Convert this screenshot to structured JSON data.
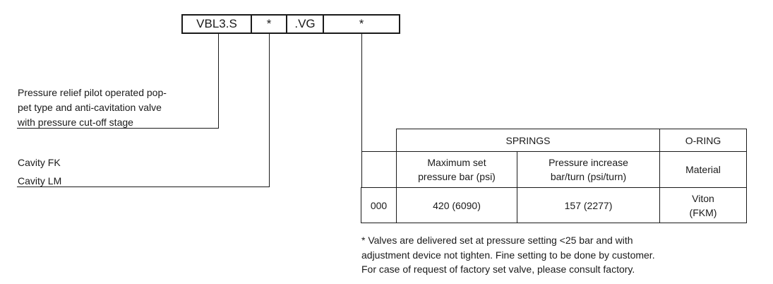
{
  "code": {
    "model": "VBL3.S",
    "cavity_placeholder": "*",
    "suffix": ".VG",
    "setting_placeholder": "*"
  },
  "descriptions": {
    "valve_type": [
      "Pressure relief pilot operated pop-",
      "pet type and anti-cavitation valve",
      "with pressure cut-off stage"
    ],
    "cavities": [
      "Cavity FK",
      "Cavity LM"
    ]
  },
  "table": {
    "springs_header": "SPRINGS",
    "oring_header": "O-RING",
    "col_max_set": [
      "Maximum set",
      "pressure bar (psi)"
    ],
    "col_increase": [
      "Pressure increase",
      "bar/turn (psi/turn)"
    ],
    "col_material": "Material",
    "rows": [
      {
        "code": "000",
        "max_set": "420 (6090)",
        "increase": "157 (2277)",
        "material": [
          "Viton",
          "(FKM)"
        ]
      }
    ]
  },
  "note": [
    "* Valves are delivered set at pressure setting <25 bar and with",
    "adjustment device not tighten. Fine setting to be done by customer.",
    "For case of request of factory set valve, please consult factory."
  ]
}
